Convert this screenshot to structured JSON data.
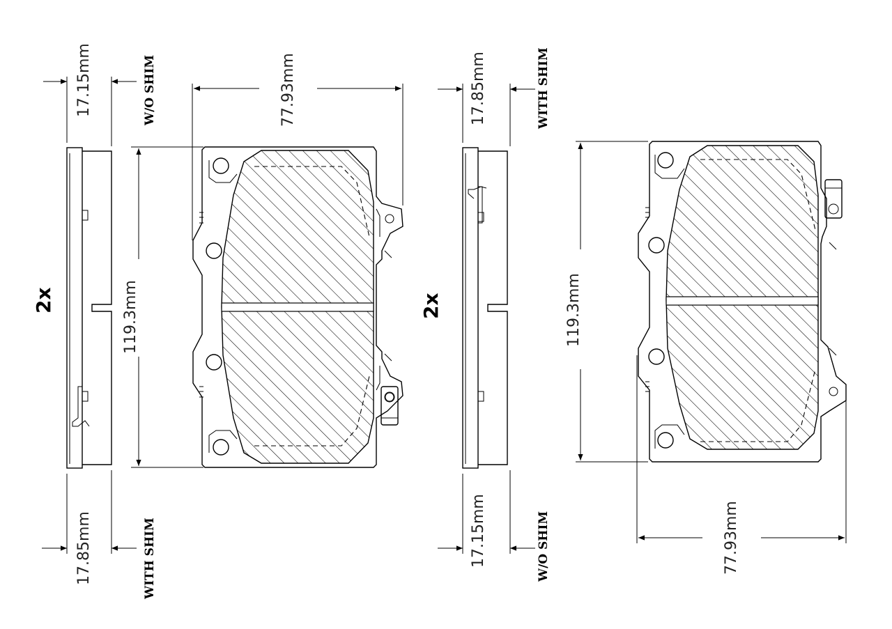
{
  "left_drawing": {
    "quantity": "2x",
    "thickness_top": "17.15mm",
    "thickness_top_label": "W/O SHIM",
    "thickness_bottom": "17.85mm",
    "thickness_bottom_label": "WITH SHIM",
    "width": "77.93mm",
    "height": "119.3mm"
  },
  "right_drawing": {
    "quantity": "2x",
    "thickness_top": "17.85mm",
    "thickness_top_label": "WITH SHIM",
    "thickness_bottom": "17.15mm",
    "thickness_bottom_label": "W/O SHIM",
    "width": "77.93mm",
    "height": "119.3mm"
  }
}
